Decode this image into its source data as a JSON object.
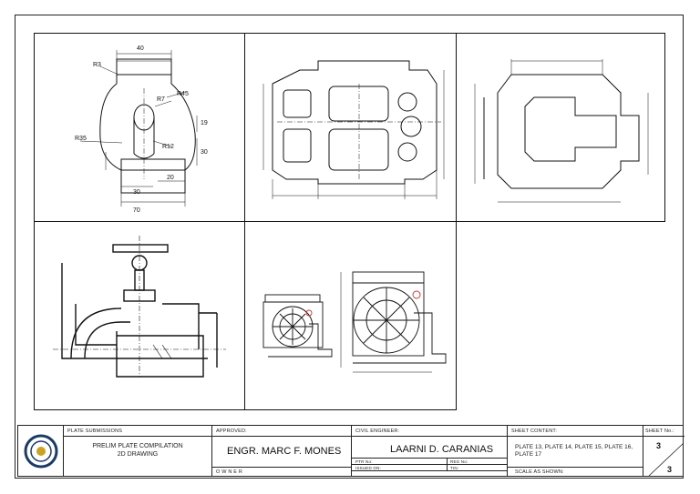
{
  "drawing1": {
    "dims": [
      "40",
      "R3",
      "R7",
      "R45",
      "19",
      "R35",
      "R12",
      "30",
      "30",
      "20",
      "70"
    ]
  },
  "title_block": {
    "plate_submissions_label": "PLATE SUBMISSIONS",
    "submission_title_line1": "PRELIM PLATE COMPILATION",
    "submission_title_line2": "2D DRAWING",
    "approved_label": "APPROVED:",
    "approver_name": "ENGR. MARC F. MONES",
    "owner_label": "O W N E R",
    "civil_engineer_label": "CIVIL ENGINEER:",
    "engineer_name": "LAARNI D. CARANIAS",
    "ptr_label": "PTR No:",
    "reg_label": "REG No:",
    "issued_label": "ISSUED ON:",
    "tin_label": "TIN:",
    "sheet_content_label": "SHEET CONTENT:",
    "sheet_content": "PLATE 13, PLATE 14, PLATE 15, PLATE 16, PLATE 17",
    "scale_label": "SCALE AS SHOWN:",
    "sheet_no_label": "SHEET No.:",
    "sheet_no": "3",
    "sheet_total": "3"
  }
}
